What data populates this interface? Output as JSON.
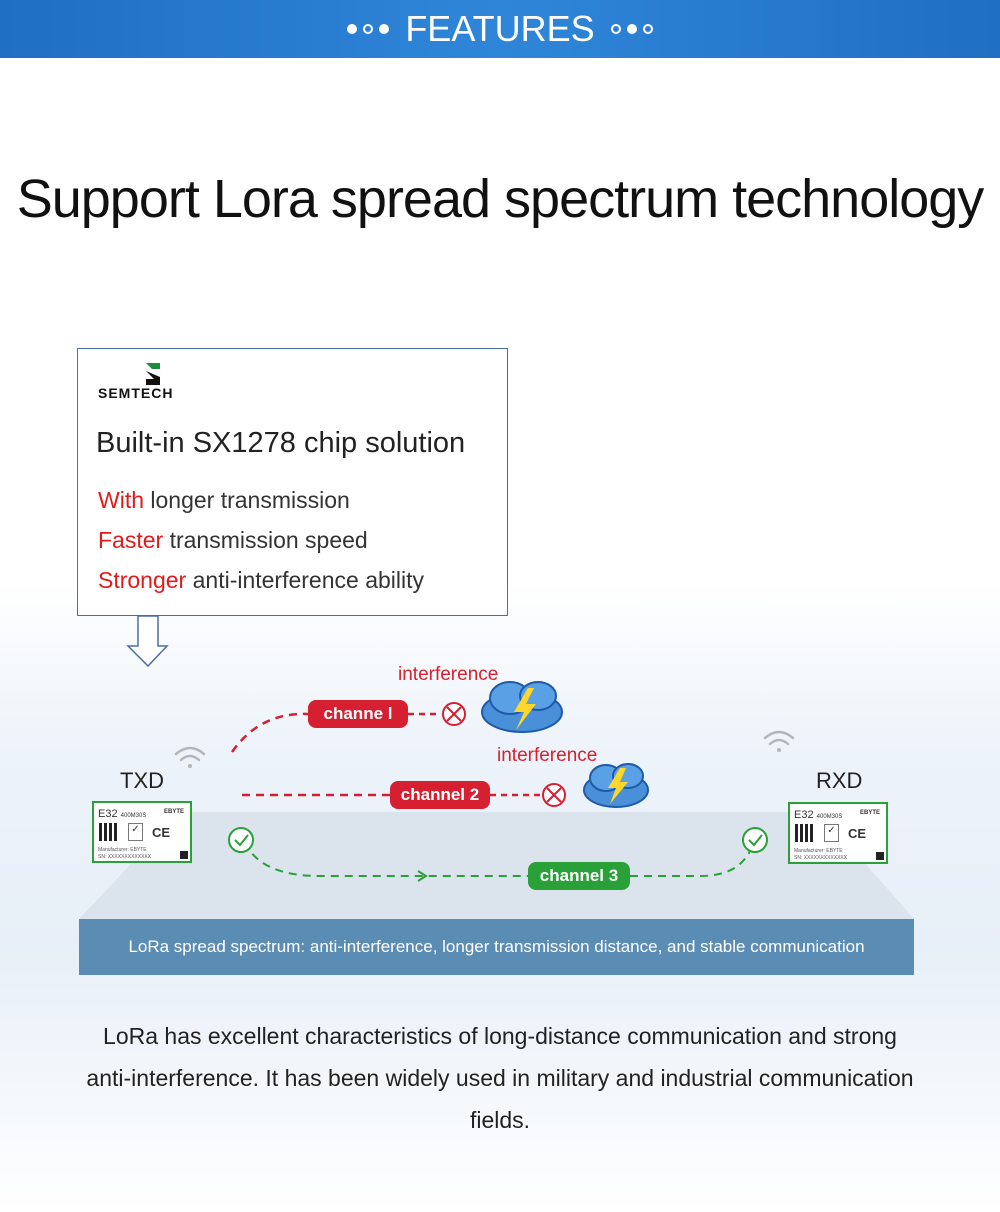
{
  "banner": {
    "title": "FEATURES"
  },
  "headline": "Support Lora spread spectrum technology",
  "card": {
    "logo_text": "SEMTECH",
    "title": "Built-in SX1278 chip solution",
    "lines": [
      {
        "highlight": "With",
        "rest": " longer transmission"
      },
      {
        "highlight": "Faster",
        "rest": " transmission speed"
      },
      {
        "highlight": "Stronger",
        "rest": " anti-interference ability"
      }
    ]
  },
  "diagram": {
    "txd_label": "TXD",
    "rxd_label": "RXD",
    "channels": [
      "channe l",
      "channel 2",
      "channel 3"
    ],
    "interference": [
      "interference",
      "interference"
    ],
    "module": {
      "name": "E32",
      "model": "400M30S",
      "brand": "EBYTE",
      "ce": "CE",
      "footer_1": "Manufacturer: EBYTE",
      "footer_2": "SN: XXXXXXXXXXXXX"
    },
    "platform_caption": "LoRa spread spectrum: anti-interference, longer transmission distance, and stable communication"
  },
  "bottom_text": "LoRa has excellent characteristics of long-distance communication and strong anti-interference. It has been widely used in military and industrial communication fields.",
  "colors": {
    "banner": "#2f86d8",
    "red": "#d62032",
    "green": "#2aa038",
    "platform": "#5b8db4"
  }
}
